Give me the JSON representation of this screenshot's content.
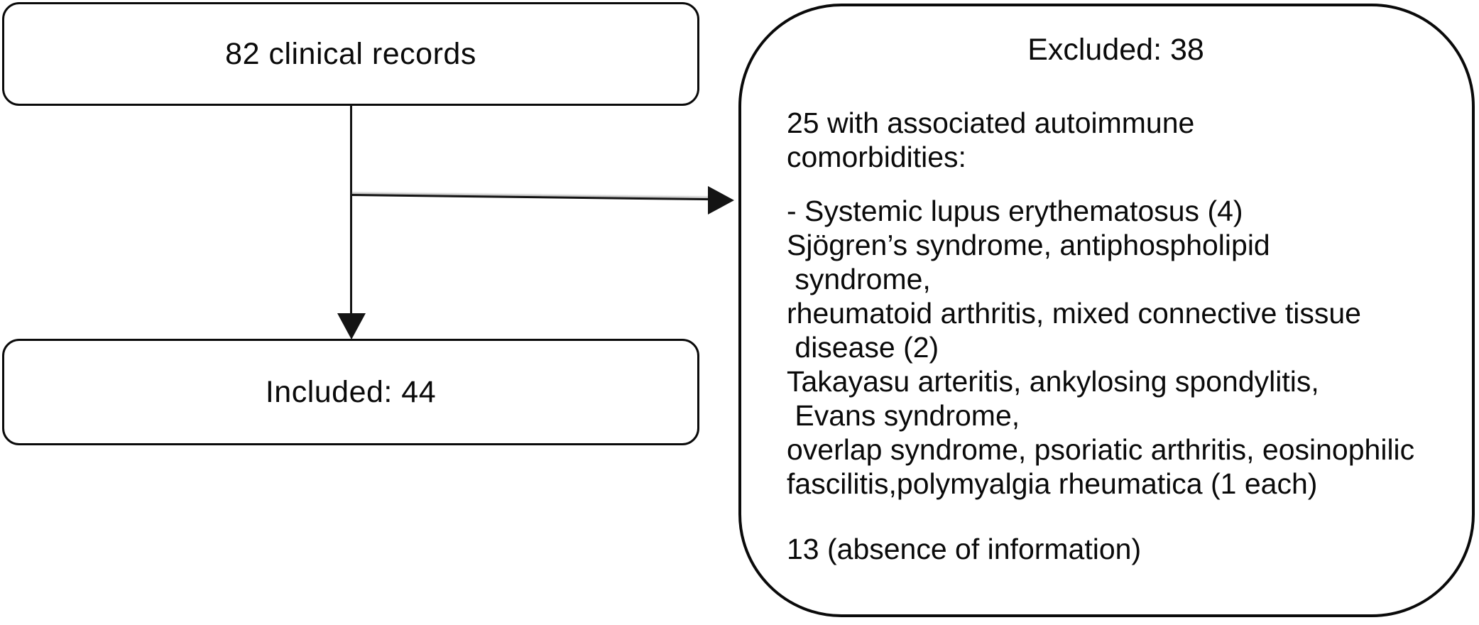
{
  "flow": {
    "records_box": {
      "label": "82 clinical records"
    },
    "included_box": {
      "label": "Included: 44"
    },
    "excluded_box": {
      "title": "Excluded: 38",
      "intro_lines": [
        "25 with associated autoimmune",
        "comorbidities:"
      ],
      "detail_lines": [
        "- Systemic lupus erythematosus (4)",
        "Sjögren’s syndrome, antiphospholipid",
        " syndrome,",
        "rheumatoid arthritis, mixed connective tissue",
        " disease (2)",
        "Takayasu arteritis, ankylosing spondylitis,",
        " Evans syndrome,",
        "overlap syndrome, psoriatic arthritis, eosinophilic",
        "fascilitis,polymyalgia rheumatica (1 each)"
      ],
      "footer": "13 (absence of information)"
    },
    "colors": {
      "stroke": "#0a0a0a",
      "text": "#0a0a0a",
      "background": "#ffffff"
    }
  }
}
